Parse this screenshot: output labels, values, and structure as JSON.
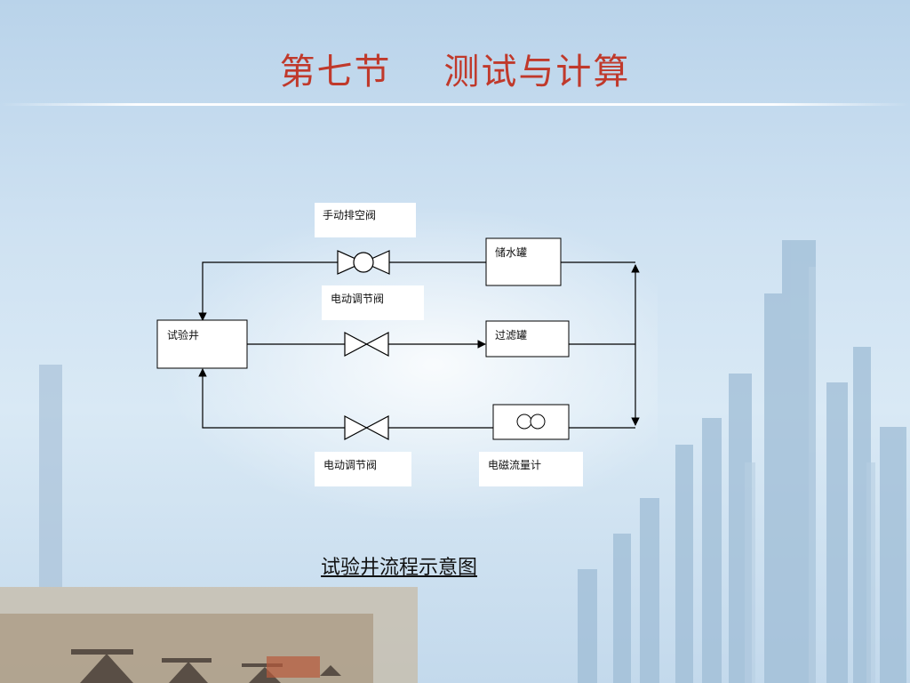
{
  "slide": {
    "title": "第七节    测试与计算",
    "caption": "试验井流程示意图"
  },
  "diagram": {
    "nodes": {
      "test_well": "试验井",
      "storage_tank": "储水罐",
      "filter_tank": "过滤罐",
      "flowmeter_label": "电磁流量计"
    },
    "labels": {
      "manual_vent_valve": "手动排空阀",
      "electric_valve_top": "电动调节阀",
      "electric_valve_bottom": "电动调节阀"
    }
  }
}
